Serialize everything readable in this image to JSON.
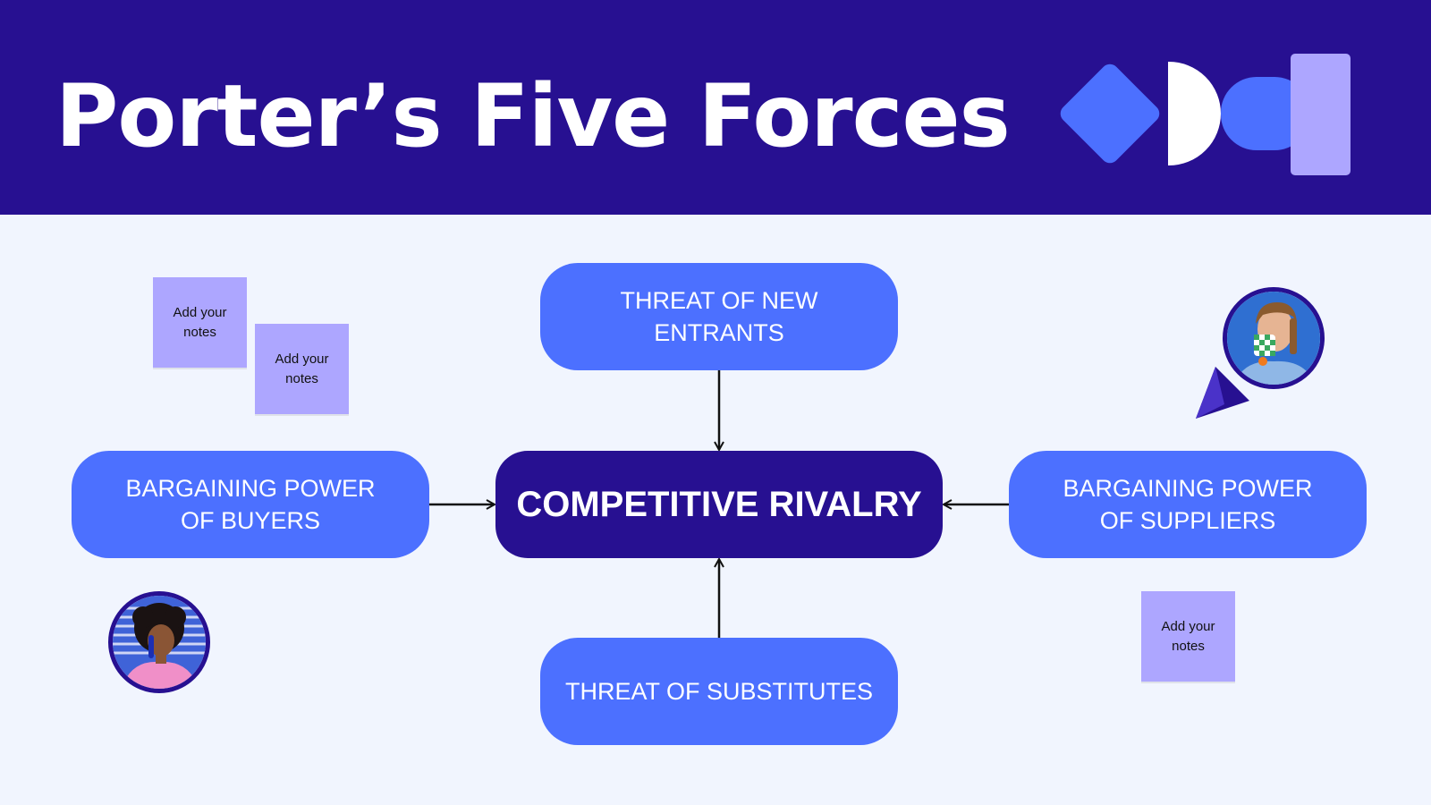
{
  "header": {
    "title": "Porter’s Five Forces",
    "background": "#271091"
  },
  "diagram": {
    "center": "COMPETITIVE RIVALRY",
    "top": "THREAT OF NEW ENTRANTS",
    "bottom": "THREAT OF SUBSTITUTES",
    "left": {
      "line1": "BARGAINING POWER",
      "line2": "OF BUYERS"
    },
    "right": {
      "line1": "BARGAINING POWER",
      "line2": "OF SUPPLIERS"
    },
    "colors": {
      "outer": "#4c70ff",
      "center": "#271091",
      "arrow": "#111111"
    }
  },
  "notes": [
    {
      "text": "Add your notes"
    },
    {
      "text": "Add your notes"
    },
    {
      "text": "Add your notes"
    }
  ],
  "decor": {
    "logo_icons": [
      "diamond-shape",
      "half-circle-shape",
      "rounded-block-shape",
      "tall-rectangle-shape"
    ],
    "avatars": [
      "woman-on-phone-avatar",
      "man-with-mug-avatar"
    ],
    "cursor_icon": "pointer-arrow-icon",
    "note_color": "#ada6ff"
  }
}
